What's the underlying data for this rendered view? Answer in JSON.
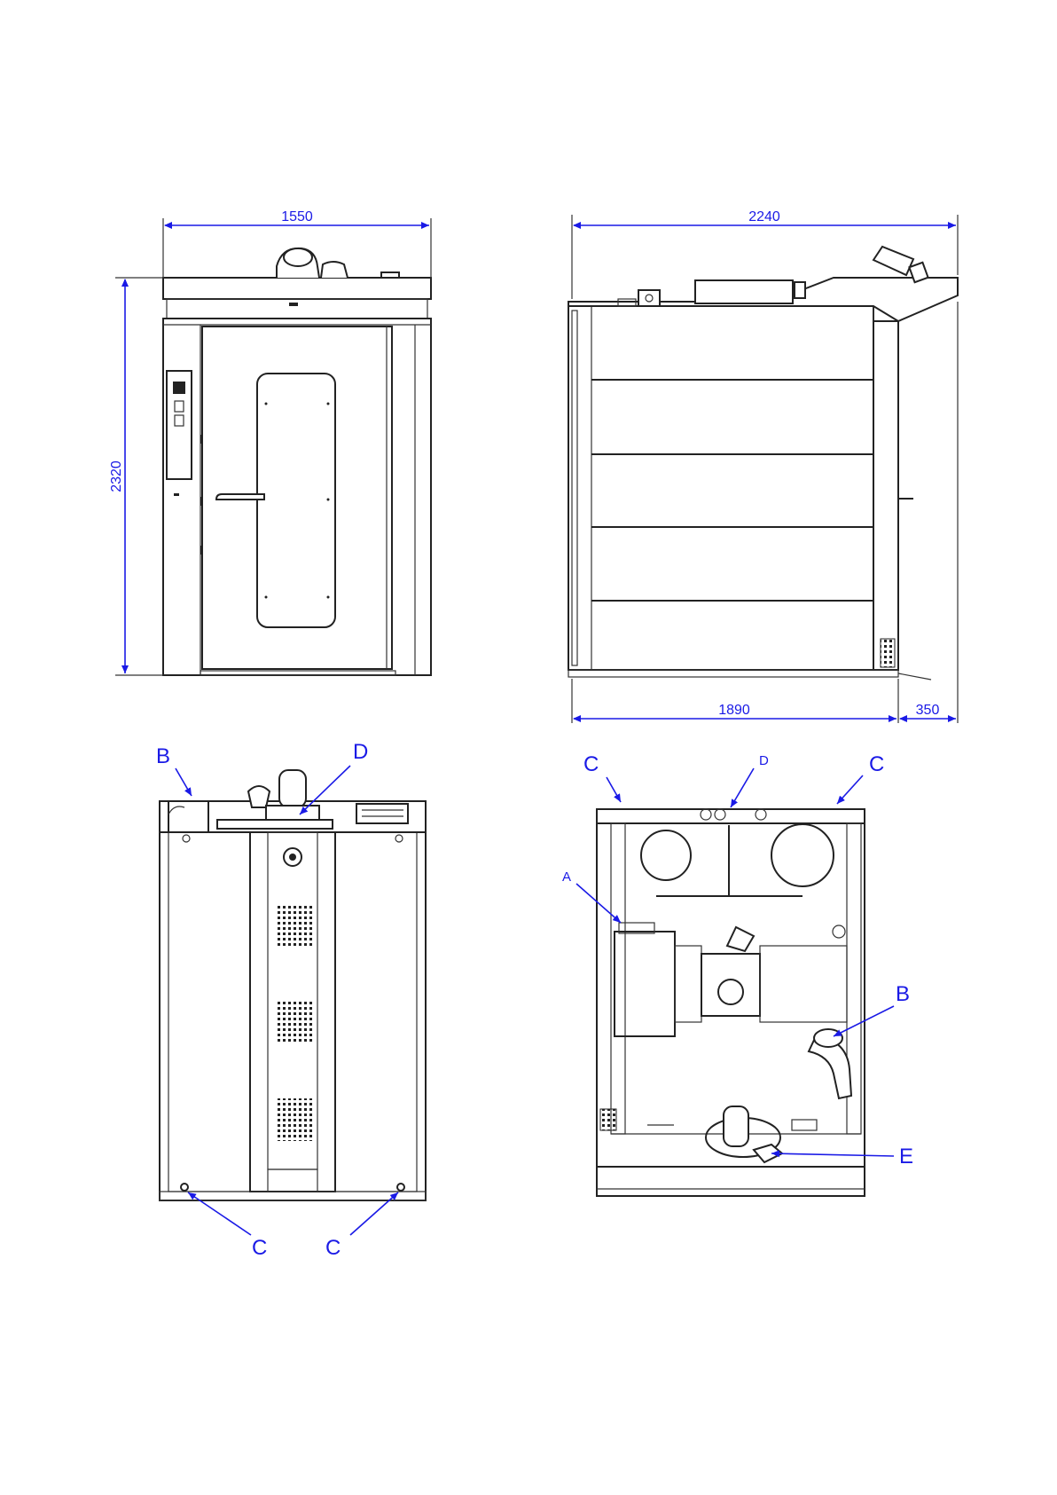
{
  "colors": {
    "dimension": "#1a1ae6",
    "line": "#222222",
    "background": "#ffffff"
  },
  "dimensions": {
    "front_width": "1550",
    "front_height": "2320",
    "side_total": "2240",
    "side_body": "1890",
    "side_extension": "350"
  },
  "callouts": {
    "a": "A",
    "b": "B",
    "c": "C",
    "d": "D",
    "e": "E"
  }
}
